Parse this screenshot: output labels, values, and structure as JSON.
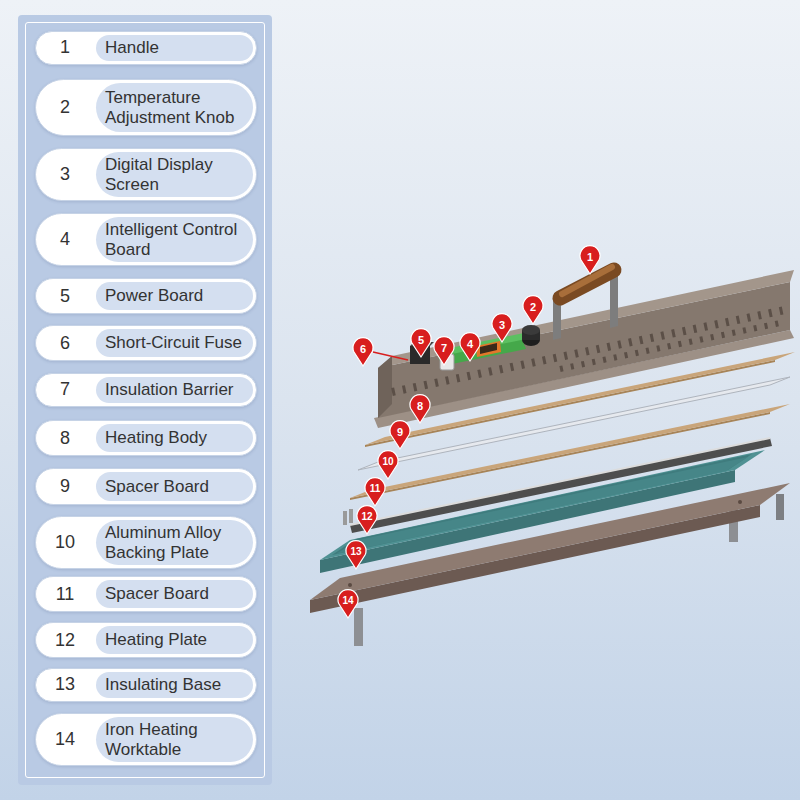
{
  "diagram": {
    "nodes": [
      {
        "text": [
          "1",
          "Handle"
        ]
      },
      {
        "text": [
          "2",
          "Temperature Adjustment Knob"
        ]
      },
      {
        "text": [
          "3",
          "Digital Display Screen"
        ]
      },
      {
        "text": [
          "4",
          "Intelligent Control Board"
        ]
      },
      {
        "text": [
          "5",
          "Power Board"
        ]
      },
      {
        "text": [
          "6",
          "Short-Circuit Fuse"
        ]
      },
      {
        "text": [
          "7",
          "Insulation Barrier"
        ]
      },
      {
        "text": [
          "8",
          "Heating Body"
        ]
      },
      {
        "text": [
          "9",
          "Spacer Board"
        ]
      },
      {
        "text": [
          "10",
          "Aluminum Alloy Backing Plate"
        ]
      },
      {
        "text": [
          "11",
          "Spacer Board"
        ]
      },
      {
        "text": [
          "12",
          "Heating Plate"
        ]
      },
      {
        "text": [
          "13",
          "Insulating Base"
        ]
      },
      {
        "text": [
          "14",
          "Iron Heating Worktable"
        ]
      }
    ],
    "labels": [
      "1",
      "2",
      "3",
      "4",
      "5",
      "6",
      "7",
      "8",
      "9",
      "10",
      "11",
      "12",
      "13",
      "14"
    ]
  }
}
